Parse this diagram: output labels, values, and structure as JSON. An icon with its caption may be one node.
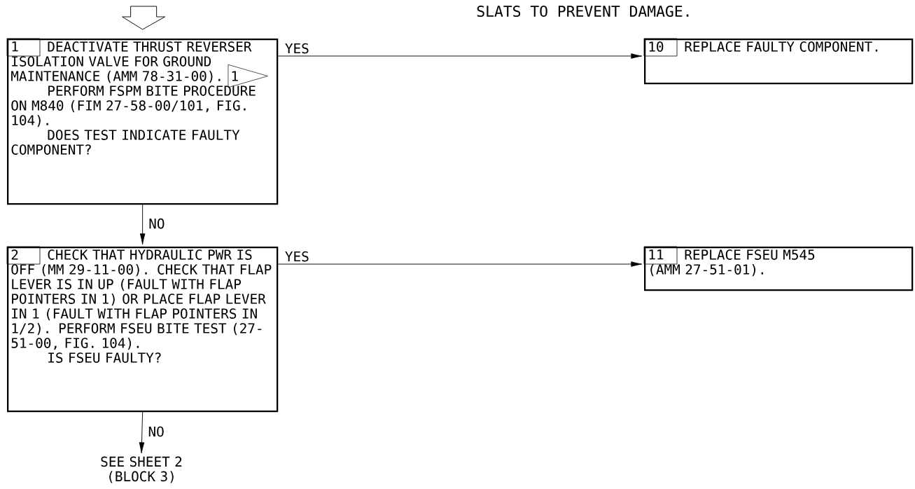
{
  "diagram": {
    "nodes": [
      {
        "text": [
          "1",
          "DEACTIVATE THRUST REVERSER ISOLATION VALVE FOR GROUND MAINTENANCE (AMM 78-31-00).",
          "PERFORM FSPM BITE PROCEDURE ON M840 (FIM 27-58-00/101, FIG. 104).",
          "DOES TEST INDICATE FAULTY COMPONENT?"
        ]
      },
      {
        "text": [
          "1"
        ],
        "in": 0
      },
      {
        "text": [
          "2",
          "CHECK THAT HYDRAULIC PWR IS OFF (MM 29-11-00). CHECK THAT FLAP LEVER IS IN UP (FAULT WITH FLAP POINTERS IN 1) OR PLACE FLAP LEVER IN 1 (FAULT WITH FLAP POINTERS IN 1/2). PERFORM FSEU BITE TEST (27-51-00, FIG. 104).",
          "IS FSEU FAULTY?"
        ]
      },
      {
        "text": [
          "10",
          "REPLACE FAULTY COMPONENT."
        ]
      },
      {
        "text": [
          "11",
          "REPLACE FSEU M545 (AMM 27-51-01)."
        ]
      },
      {
        "text": [
          "SEE SHEET 2 (BLOCK 3)"
        ]
      }
    ],
    "edges": [
      {
        "from": null,
        "to": 0,
        "arrow": "to"
      },
      {
        "from": 0,
        "to": 3,
        "arrow": "to",
        "label": "YES"
      },
      {
        "from": 0,
        "to": 2,
        "arrow": "to",
        "label": "NO"
      },
      {
        "from": 2,
        "to": 4,
        "arrow": "to",
        "label": "YES"
      },
      {
        "from": 2,
        "to": 5,
        "arrow": "to",
        "label": "NO"
      }
    ],
    "labels": [
      "SLATS TO PREVENT DAMAGE."
    ]
  }
}
